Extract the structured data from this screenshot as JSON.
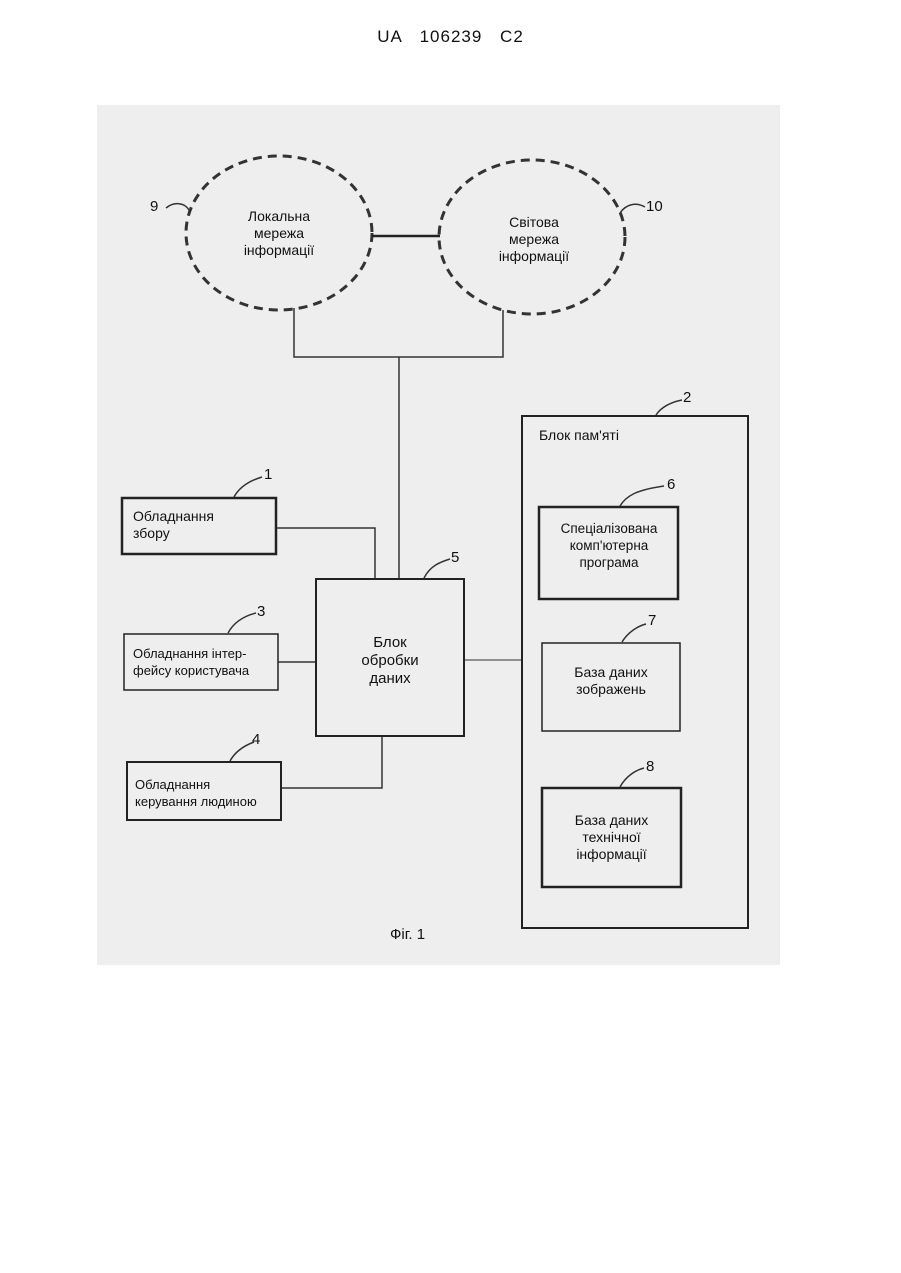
{
  "header": {
    "code": "UA 106239 C2"
  },
  "figure": {
    "caption": "Фіг. 1",
    "local_network": {
      "number": "9",
      "line1": "Локальна",
      "line2": "мережа",
      "line3": "інформації"
    },
    "global_network": {
      "number": "10",
      "line1": "Світова",
      "line2": "мережа",
      "line3": "інформації"
    },
    "collection_equipment": {
      "number": "1",
      "line1": "Обладнання",
      "line2": "збору"
    },
    "user_interface_equipment": {
      "number": "3",
      "line1": "Обладнання інтер-",
      "line2": "фейсу користувача"
    },
    "human_control_equipment": {
      "number": "4",
      "line1": "Обладнання",
      "line2": "керування людиною"
    },
    "processing_unit": {
      "number": "5",
      "line1": "Блок",
      "line2": "обробки",
      "line3": "даних"
    },
    "memory_unit": {
      "number": "2",
      "title": "Блок пам'яті"
    },
    "special_program": {
      "number": "6",
      "line1": "Спеціалізована",
      "line2": "комп'ютерна",
      "line3": "програма"
    },
    "image_database": {
      "number": "7",
      "line1": "База даних",
      "line2": "зображень"
    },
    "tech_database": {
      "number": "8",
      "line1": "База даних",
      "line2": "технічної",
      "line3": "інформації"
    }
  }
}
